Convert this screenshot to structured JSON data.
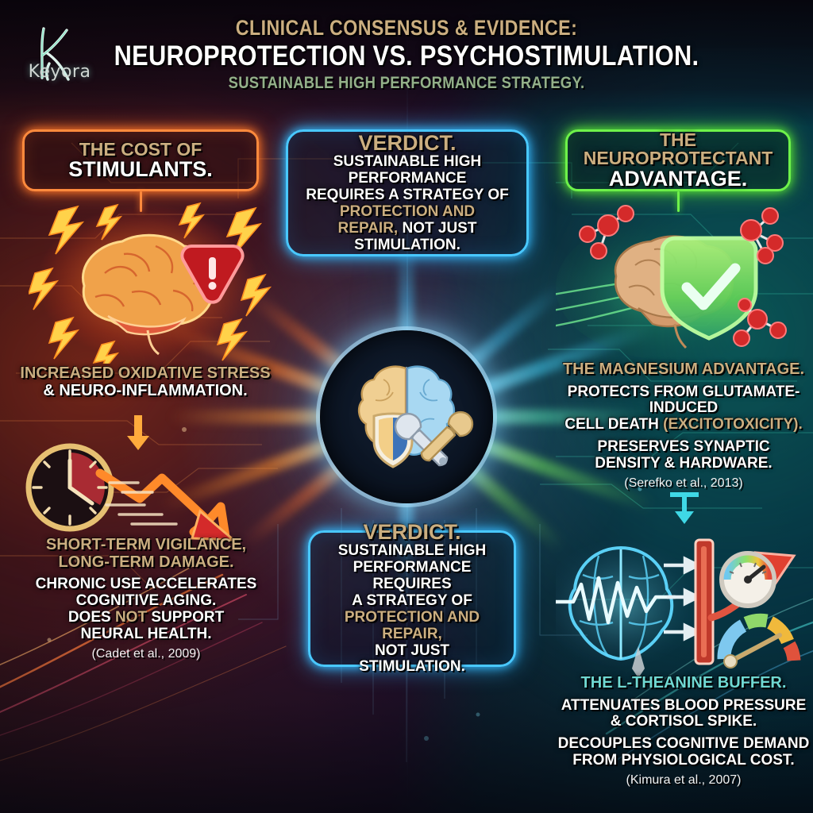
{
  "brand": {
    "name": "Keyora",
    "logo_icon": "stylized-k-logo"
  },
  "header": {
    "kicker": "CLINICAL CONSENSUS & EVIDENCE:",
    "title": "NEUROPROTECTION VS. PSYCHOSTIMULATION.",
    "subtitle": "SUSTAINABLE HIGH PERFORMANCE STRATEGY.",
    "kicker_color": "#cbae80",
    "title_color": "#ffffff",
    "subtitle_color": "#93b089"
  },
  "boxes": {
    "left": {
      "line1": "THE COST OF",
      "line2": "STIMULANTS.",
      "accent_color": "#ff8a3d"
    },
    "center_top": {
      "title": "VERDICT.",
      "l1": "SUSTAINABLE HIGH PERFORMANCE",
      "l2": "REQUIRES A STRATEGY OF",
      "l3a": "PROTECTION AND",
      "l3b": "REPAIR,",
      "l3c": " NOT JUST",
      "l4": "STIMULATION.",
      "accent_color": "#49c8ff"
    },
    "right": {
      "line1": "THE NEUROPROTECTANT",
      "line2": "ADVANTAGE.",
      "accent_color": "#6ef24a"
    },
    "center_bottom": {
      "title": "VERDICT.",
      "l1": "SUSTAINABLE HIGH",
      "l2": "PERFORMANCE REQUIRES",
      "l3": "A STRATEGY OF",
      "l4a": "PROTECTION AND REPAIR,",
      "l4b": "NOT JUST STIMULATION.",
      "accent_color": "#49c8ff"
    }
  },
  "left_column": {
    "block1": {
      "head_l1": "INCREASED OXIDATIVE STRESS",
      "head_l2": "& NEURO-INFLAMMATION."
    },
    "block2": {
      "head_l1": "SHORT-TERM VIGILANCE,",
      "head_l2": "LONG-TERM DAMAGE.",
      "body_l1": "CHRONIC USE ACCELERATES",
      "body_l2": "COGNITIVE AGING.",
      "body_l3a": "DOES ",
      "body_l3b": "NOT",
      "body_l3c": " SUPPORT",
      "body_l4": "NEURAL HEALTH.",
      "citation": "(Cadet et al., 2009)"
    },
    "illustrations": [
      "brain-overstimulated-icon",
      "warning-triangle-icon",
      "lightning-bolt-icon",
      "clock-icon",
      "declining-arrow-icon"
    ]
  },
  "right_column": {
    "block1": {
      "head": "THE MAGNESIUM ADVANTAGE.",
      "body_l1": "PROTECTS FROM GLUTAMATE-INDUCED",
      "body_l2a": "CELL DEATH ",
      "body_l2b": "(EXCITOTOXICITY).",
      "body_l3": "PRESERVES SYNAPTIC",
      "body_l4": "DENSITY & HARDWARE.",
      "citation": "(Serefko et al., 2013)"
    },
    "block2": {
      "head": "THE L-THEANINE BUFFER.",
      "body_l1": "ATTENUATES BLOOD PRESSURE",
      "body_l2": "& CORTISOL SPIKE.",
      "body_l3": "DECOUPLES COGNITIVE DEMAND",
      "body_l4": "FROM PHYSIOLOGICAL COST.",
      "citation": "(Kimura et al., 2007)"
    },
    "illustrations": [
      "brain-protected-icon",
      "shield-check-icon",
      "molecule-icon",
      "brain-waveform-icon",
      "barrier-bar-icon",
      "gauge-icon",
      "rising-arrow-icon"
    ]
  },
  "hub": {
    "icons": [
      "split-brain-icon",
      "shield-icon",
      "wrench-icon"
    ],
    "warm_color": "#f0cf92",
    "cool_color": "#8fd0f0"
  },
  "palette": {
    "bg_left": "#2d1220",
    "bg_right": "#063040",
    "tan": "#cbae80",
    "teal": "#6fd8d2",
    "orange": "#ff8a3d",
    "blue": "#49c8ff",
    "green": "#6ef24a"
  }
}
